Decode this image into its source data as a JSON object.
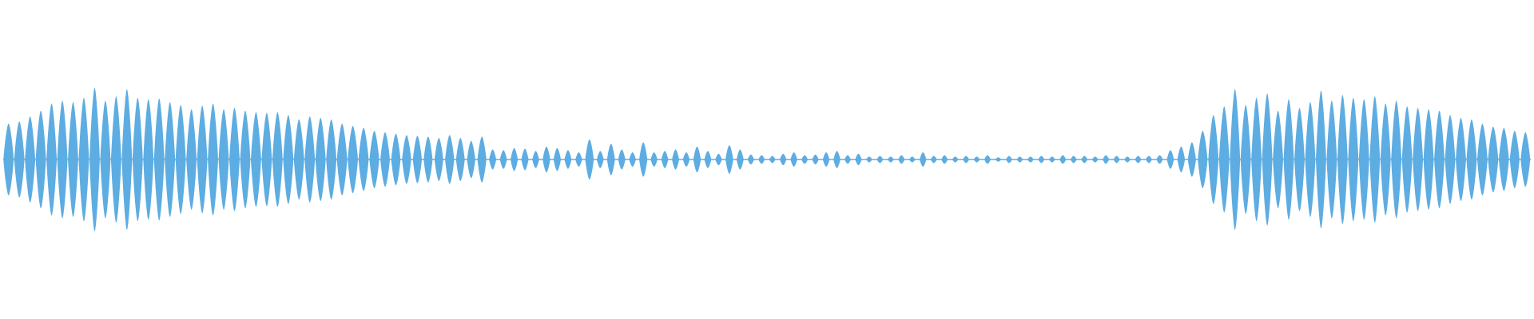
{
  "waveform": {
    "color": "#5DADE2",
    "background": "#FFFFFF",
    "levels": [
      0.5,
      0.53,
      0.6,
      0.68,
      0.78,
      0.82,
      0.8,
      0.86,
      1.0,
      0.82,
      0.88,
      0.98,
      0.86,
      0.84,
      0.85,
      0.8,
      0.76,
      0.7,
      0.75,
      0.78,
      0.7,
      0.72,
      0.68,
      0.66,
      0.65,
      0.66,
      0.62,
      0.56,
      0.6,
      0.58,
      0.56,
      0.5,
      0.47,
      0.44,
      0.4,
      0.38,
      0.36,
      0.34,
      0.33,
      0.32,
      0.3,
      0.34,
      0.3,
      0.26,
      0.32,
      0.14,
      0.13,
      0.16,
      0.15,
      0.12,
      0.18,
      0.16,
      0.13,
      0.1,
      0.28,
      0.12,
      0.22,
      0.14,
      0.1,
      0.24,
      0.1,
      0.12,
      0.14,
      0.1,
      0.18,
      0.12,
      0.08,
      0.2,
      0.14,
      0.07,
      0.06,
      0.05,
      0.08,
      0.1,
      0.06,
      0.07,
      0.1,
      0.12,
      0.06,
      0.08,
      0.04,
      0.05,
      0.04,
      0.06,
      0.04,
      0.1,
      0.05,
      0.06,
      0.04,
      0.05,
      0.04,
      0.06,
      0.03,
      0.05,
      0.04,
      0.04,
      0.05,
      0.04,
      0.06,
      0.05,
      0.05,
      0.04,
      0.06,
      0.05,
      0.04,
      0.05,
      0.05,
      0.06,
      0.13,
      0.18,
      0.24,
      0.4,
      0.62,
      0.74,
      0.98,
      0.76,
      0.86,
      0.92,
      0.68,
      0.84,
      0.72,
      0.8,
      0.96,
      0.82,
      0.9,
      0.86,
      0.84,
      0.88,
      0.78,
      0.82,
      0.74,
      0.72,
      0.7,
      0.68,
      0.62,
      0.58,
      0.56,
      0.5,
      0.46,
      0.44,
      0.4,
      0.38
    ]
  }
}
